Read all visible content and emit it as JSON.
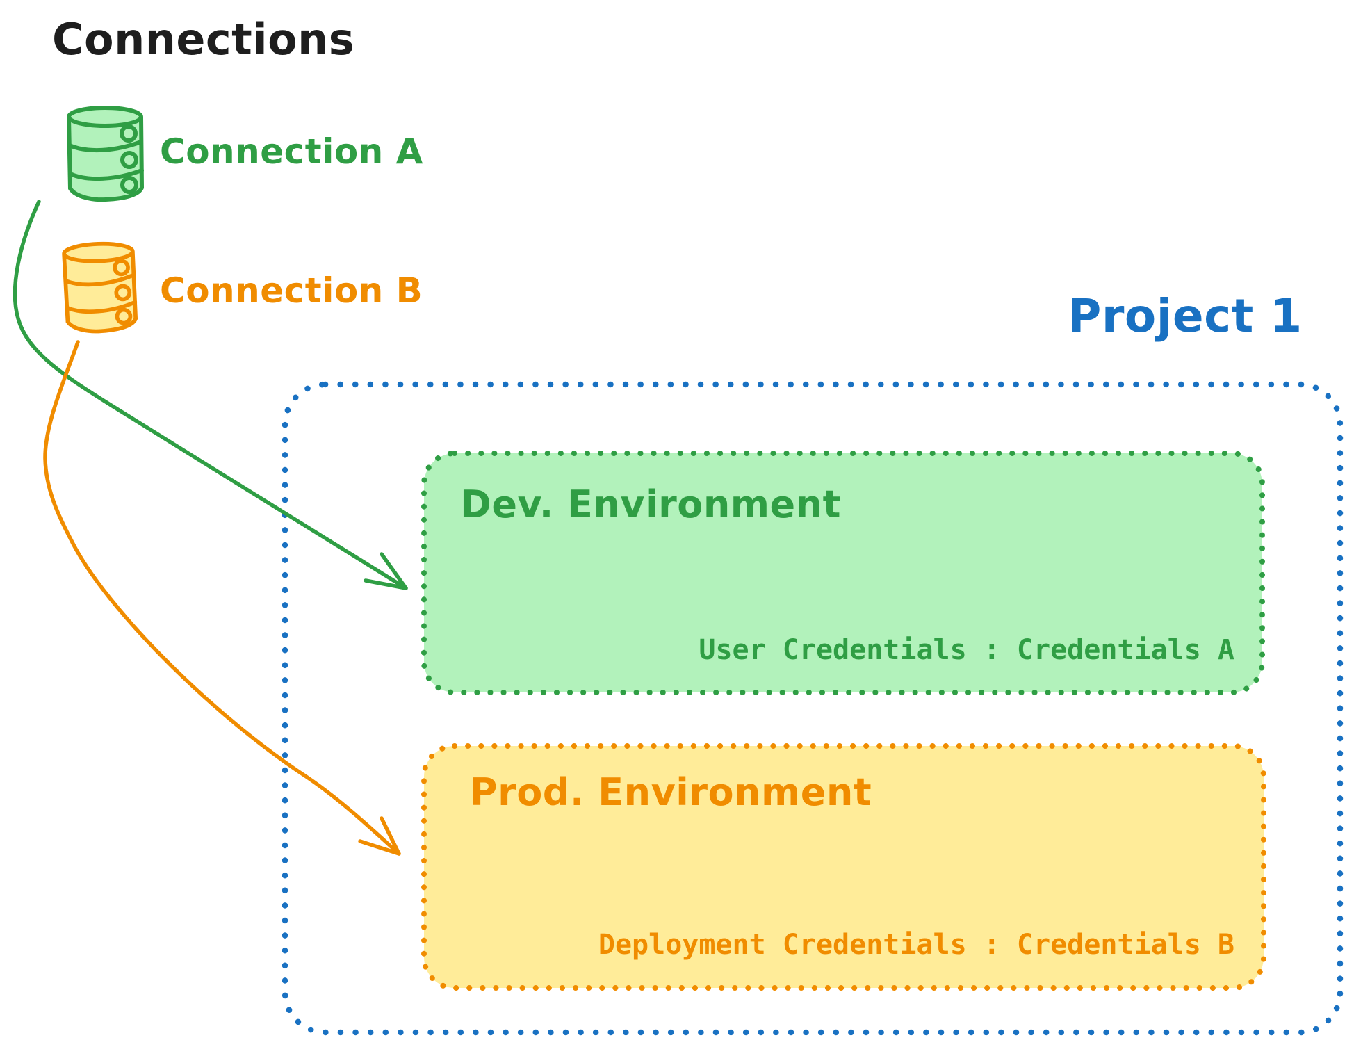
{
  "palette": {
    "black": "#1e1e1e",
    "green": "#2f9e44",
    "green_fill": "#b2f2bb",
    "orange": "#f08c00",
    "orange_fill": "#ffec99",
    "blue": "#1971c2"
  },
  "title": "Connections",
  "connections": [
    {
      "label": "Connection A",
      "icon": "database-icon",
      "color": "#2f9e44"
    },
    {
      "label": "Connection B",
      "icon": "database-icon",
      "color": "#f08c00"
    }
  ],
  "project": {
    "label": "Project 1",
    "color": "#1971c2",
    "environments": [
      {
        "title": "Dev. Environment",
        "credentials": "User Credentials : Credentials A",
        "color": "#2f9e44"
      },
      {
        "title": "Prod. Environment",
        "credentials": "Deployment Credentials : Credentials B",
        "color": "#f08c00"
      }
    ]
  }
}
